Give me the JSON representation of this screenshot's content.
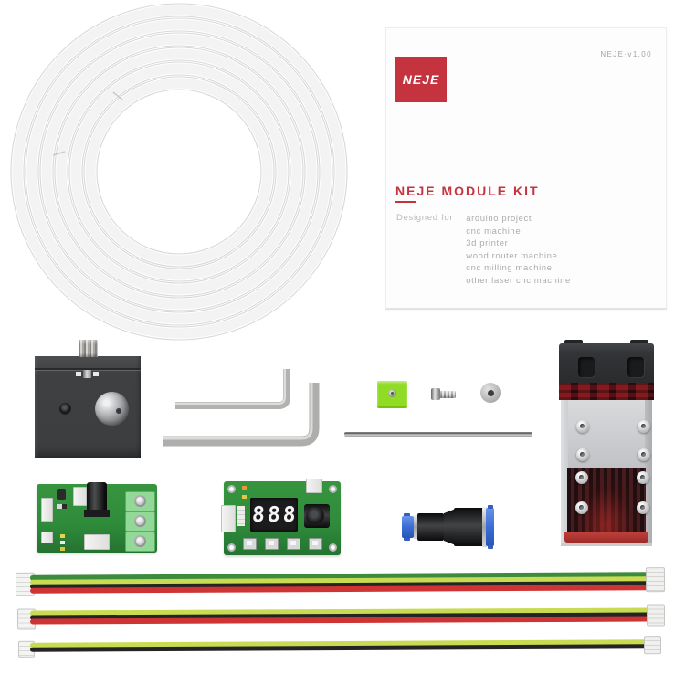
{
  "product_box": {
    "version_label": "NEJE·v1.00",
    "logo_text": "NEJE",
    "title_underlined_part": "NE",
    "title_rest_part": "JE MODULE KIT",
    "designed_for_label": "Designed for",
    "designed_for_items": [
      "arduino project",
      "cnc machine",
      "3d printer",
      "wood router machine",
      "cnc milling machine",
      "other laser cnc machine"
    ]
  },
  "control_board": {
    "seven_segment_display_value": "888"
  },
  "parts": [
    "coiled-air-tube",
    "instruction-box",
    "laser-adjust-block",
    "hex-wrench-small",
    "hex-wrench-large",
    "steel-rod",
    "acrylic-square",
    "set-screw",
    "washer",
    "laser-module",
    "power-terminal-board",
    "digital-control-board",
    "pneumatic-connector",
    "cable-4pin",
    "cable-3pin",
    "cable-2pin"
  ],
  "colors": {
    "brand_red": "#c5333e",
    "pcb_green": "#2f8c3b",
    "terminal_green": "#92d998",
    "acrylic_green": "#8fdc23",
    "connector_blue": "#3a6ed6",
    "wire_green": "#3d8b3d",
    "wire_yellow_green": "#c9db52",
    "wire_black": "#242424",
    "wire_red": "#cf3434",
    "module_red_band": "#7c1d21"
  }
}
